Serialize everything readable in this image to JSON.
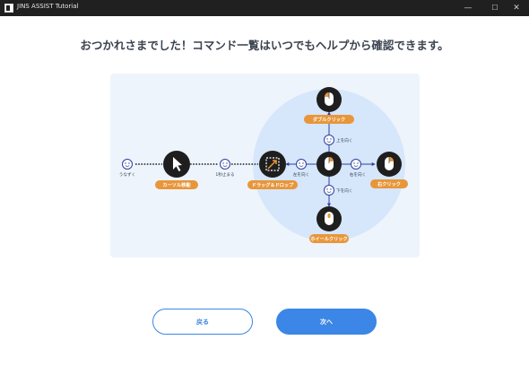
{
  "window": {
    "title": "JINS ASSIST Tutorial",
    "minimize_glyph": "—",
    "maximize_glyph": "☐",
    "close_glyph": "✕"
  },
  "heading": "おつかれさまでした！コマンド一覧はいつでもヘルプから確認できます。",
  "diagram": {
    "nod_label": "うなずく",
    "cursor_move_label": "カーソル移動",
    "stop_label": "1秒止まる",
    "drag_drop_label": "ドラッグ＆ドロップ",
    "double_click_label": "ダブルクリック",
    "right_click_label": "右クリック",
    "middle_click_label": "ホイールクリック",
    "face_up_label": "上を向く",
    "face_down_label": "下を向く",
    "face_left_label": "左を向く",
    "face_right_label": "右を向く"
  },
  "buttons": {
    "back_label": "戻る",
    "next_label": "次へ"
  },
  "colors": {
    "accent": "#3b86e6",
    "pill": "#e8963a",
    "node": "#1e1e1e",
    "arrow": "#2d3f9e",
    "panel": "#eef4fc",
    "circle": "#d6e6fb"
  }
}
